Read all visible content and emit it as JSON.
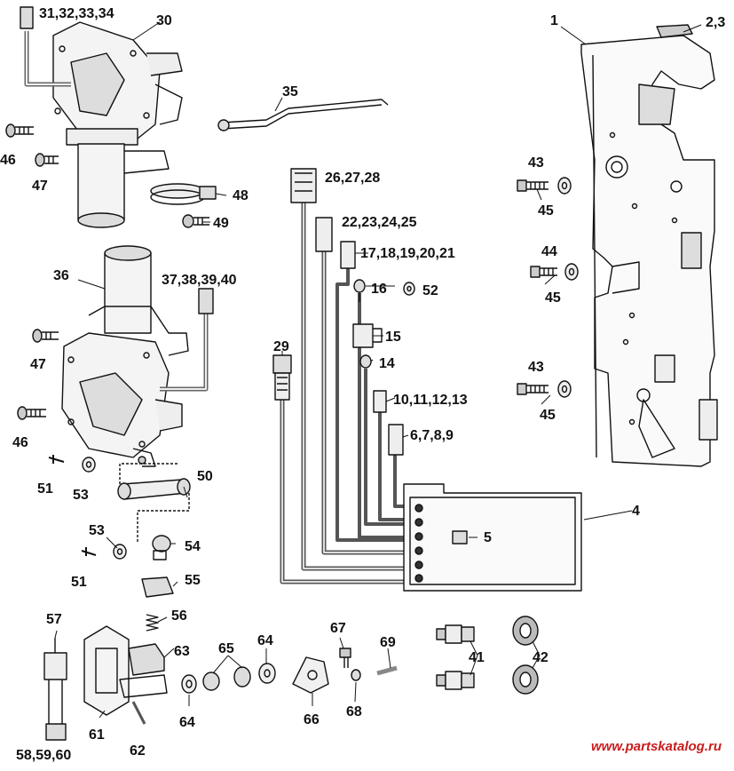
{
  "callouts": [
    {
      "id": "c1",
      "text": "1"
    },
    {
      "id": "c2",
      "text": "2,3"
    },
    {
      "id": "c4",
      "text": "4"
    },
    {
      "id": "c5",
      "text": "5"
    },
    {
      "id": "c6",
      "text": "6,7,8,9"
    },
    {
      "id": "c10",
      "text": "10,11,12,13"
    },
    {
      "id": "c14",
      "text": "14"
    },
    {
      "id": "c15",
      "text": "15"
    },
    {
      "id": "c16",
      "text": "16"
    },
    {
      "id": "c17",
      "text": "17,18,19,20,21"
    },
    {
      "id": "c22",
      "text": "22,23,24,25"
    },
    {
      "id": "c26",
      "text": "26,27,28"
    },
    {
      "id": "c29",
      "text": "29"
    },
    {
      "id": "c30",
      "text": "30"
    },
    {
      "id": "c31",
      "text": "31,32,33,34"
    },
    {
      "id": "c35",
      "text": "35"
    },
    {
      "id": "c36",
      "text": "36"
    },
    {
      "id": "c37",
      "text": "37,38,39,40"
    },
    {
      "id": "c41",
      "text": "41"
    },
    {
      "id": "c42",
      "text": "42"
    },
    {
      "id": "c43a",
      "text": "43"
    },
    {
      "id": "c43b",
      "text": "43"
    },
    {
      "id": "c44",
      "text": "44"
    },
    {
      "id": "c45a",
      "text": "45"
    },
    {
      "id": "c45b",
      "text": "45"
    },
    {
      "id": "c45c",
      "text": "45"
    },
    {
      "id": "c46a",
      "text": "46"
    },
    {
      "id": "c46b",
      "text": "46"
    },
    {
      "id": "c47a",
      "text": "47"
    },
    {
      "id": "c47b",
      "text": "47"
    },
    {
      "id": "c48",
      "text": "48"
    },
    {
      "id": "c49",
      "text": "49"
    },
    {
      "id": "c50",
      "text": "50"
    },
    {
      "id": "c51a",
      "text": "51"
    },
    {
      "id": "c51b",
      "text": "51"
    },
    {
      "id": "c52",
      "text": "52"
    },
    {
      "id": "c53a",
      "text": "53"
    },
    {
      "id": "c53b",
      "text": "53"
    },
    {
      "id": "c54",
      "text": "54"
    },
    {
      "id": "c55",
      "text": "55"
    },
    {
      "id": "c56",
      "text": "56"
    },
    {
      "id": "c57",
      "text": "57"
    },
    {
      "id": "c58",
      "text": "58,59,60"
    },
    {
      "id": "c61",
      "text": "61"
    },
    {
      "id": "c62",
      "text": "62"
    },
    {
      "id": "c63",
      "text": "63"
    },
    {
      "id": "c64a",
      "text": "64"
    },
    {
      "id": "c64b",
      "text": "64"
    },
    {
      "id": "c65",
      "text": "65"
    },
    {
      "id": "c66",
      "text": "66"
    },
    {
      "id": "c67",
      "text": "67"
    },
    {
      "id": "c68",
      "text": "68"
    },
    {
      "id": "c69",
      "text": "69"
    }
  ],
  "watermark": "www.partskatalog.ru"
}
